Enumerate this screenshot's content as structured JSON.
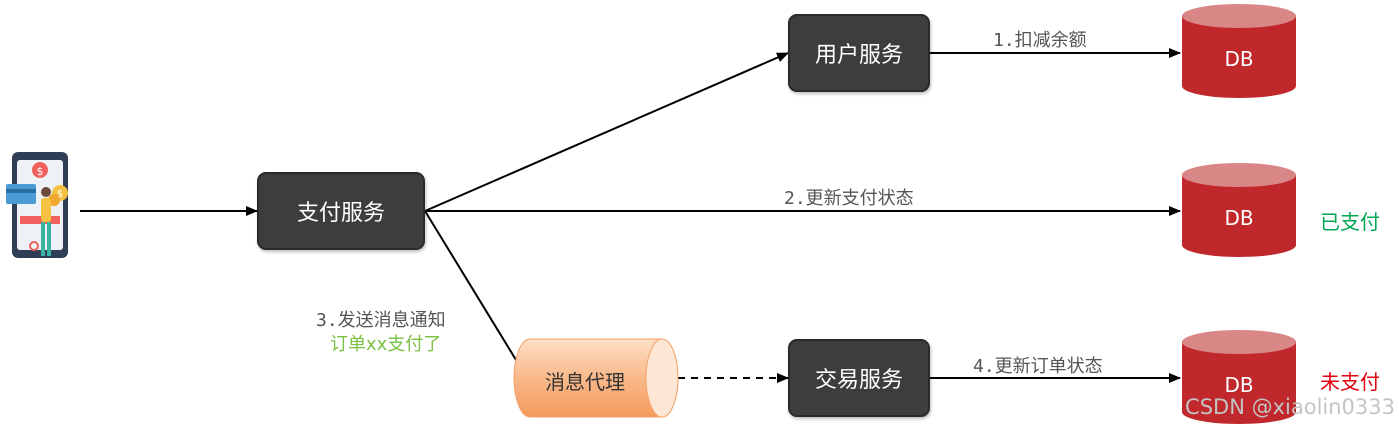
{
  "nodes": {
    "payment_service": "支付服务",
    "user_service": "用户服务",
    "trade_service": "交易服务",
    "message_broker": "消息代理"
  },
  "databases": {
    "db1": "DB",
    "db2": "DB",
    "db3": "DB"
  },
  "edges": {
    "step1": "1.扣减余额",
    "step2": "2.更新支付状态",
    "step3": "3.发送消息通知",
    "step3_note": "订单xx支付了",
    "step4": "4.更新订单状态"
  },
  "statuses": {
    "paid": "已支付",
    "unpaid": "未支付"
  },
  "colors": {
    "node_bg": "#3d3d3d",
    "db_fill": "#c0282c",
    "db_top": "#d98686",
    "broker": "#f9b98a",
    "paid": "#00a651",
    "unpaid": "#e3000f",
    "note_green": "#7ac143"
  },
  "icons": {
    "user": "mobile-payment-icon"
  },
  "watermark": "CSDN @xiaolin0333"
}
